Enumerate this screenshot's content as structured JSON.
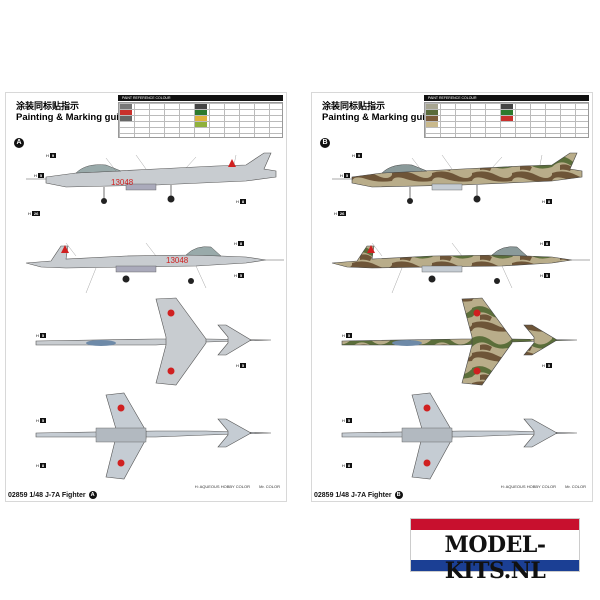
{
  "sheets": [
    {
      "title_cn": "涂装同标贴指示",
      "title_en": "Painting & Marking guide",
      "ref_header": "PAINT REFERENCE COLOUR",
      "scheme": "A",
      "serial": "13048",
      "footer_code": "02859 1/48  J-7A Fighter",
      "footer_badge": "A",
      "legend_aqueous": "H: AQUEOUS HOBBY COLOR",
      "legend_mr": "Mr. COLOR",
      "swatch_colors": [
        "#777777",
        "#c9302c",
        "#2d7a2d",
        "#e0b23a",
        "#4a4a4a",
        "#8fb13c"
      ]
    },
    {
      "title_cn": "涂装同标贴指示",
      "title_en": "Painting & Marking guide",
      "ref_header": "PAINT REFERENCE COLOUR",
      "scheme": "B",
      "serial": "",
      "footer_code": "02859 1/48  J-7A Fighter",
      "footer_badge": "B",
      "legend_aqueous": "H: AQUEOUS HOBBY COLOR",
      "legend_mr": "Mr. COLOR",
      "swatch_colors": [
        "#a7a591",
        "#5a6b3b",
        "#7b5b3a",
        "#c9b98c",
        "#2d7a2d",
        "#444444"
      ]
    }
  ],
  "watermark": {
    "text": "MODEL-KITS.NL",
    "colors": {
      "red": "#c8102e",
      "white": "#ffffff",
      "blue": "#1b3f94"
    }
  },
  "aircraft_colors": {
    "silver": "#c8ccd0",
    "camo_light": "#b9ad8a",
    "camo_green": "#5b6e3a",
    "camo_brown": "#6e5538",
    "underside": "#c5ccd3"
  }
}
